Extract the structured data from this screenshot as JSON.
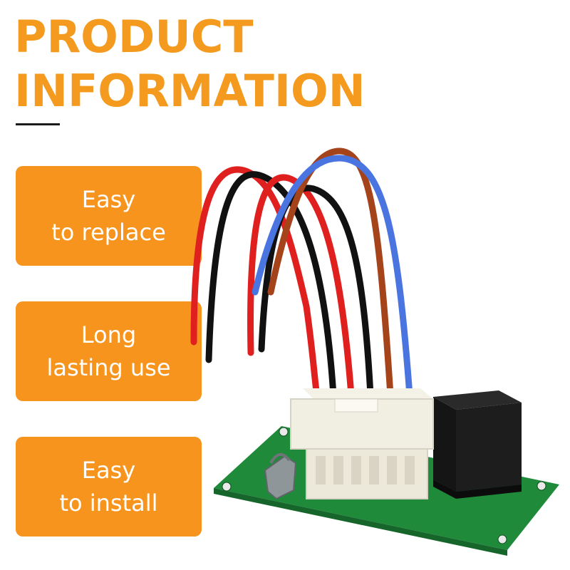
{
  "headline": {
    "line1": "PRODUCT",
    "line2": "INFORMATION"
  },
  "features": [
    {
      "line1": "Easy",
      "line2": "to replace"
    },
    {
      "line1": "Long",
      "line2": "lasting use"
    },
    {
      "line1": "Easy",
      "line2": "to install"
    }
  ],
  "colors": {
    "accent": "#f39a1f",
    "card": "#f7941e",
    "card_text": "#ffffff",
    "pcb": "#1f8a3a",
    "wire_red": "#e0201e",
    "wire_black": "#111111",
    "wire_brown": "#a5431b",
    "wire_blue": "#4a74e0"
  }
}
